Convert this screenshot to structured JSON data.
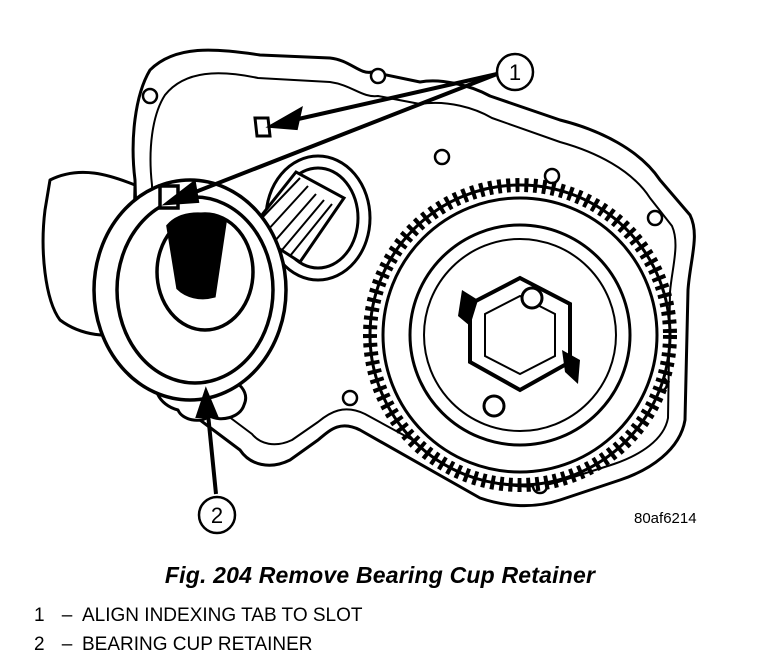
{
  "figure": {
    "code": "80af6214",
    "caption": "Fig. 204 Remove Bearing Cup Retainer",
    "callouts": [
      {
        "number": "1",
        "dash": "–",
        "text": "ALIGN INDEXING TAB TO SLOT"
      },
      {
        "number": "2",
        "dash": "–",
        "text": "BEARING CUP RETAINER"
      }
    ]
  },
  "colors": {
    "ink": "#000000",
    "paper": "#ffffff"
  }
}
